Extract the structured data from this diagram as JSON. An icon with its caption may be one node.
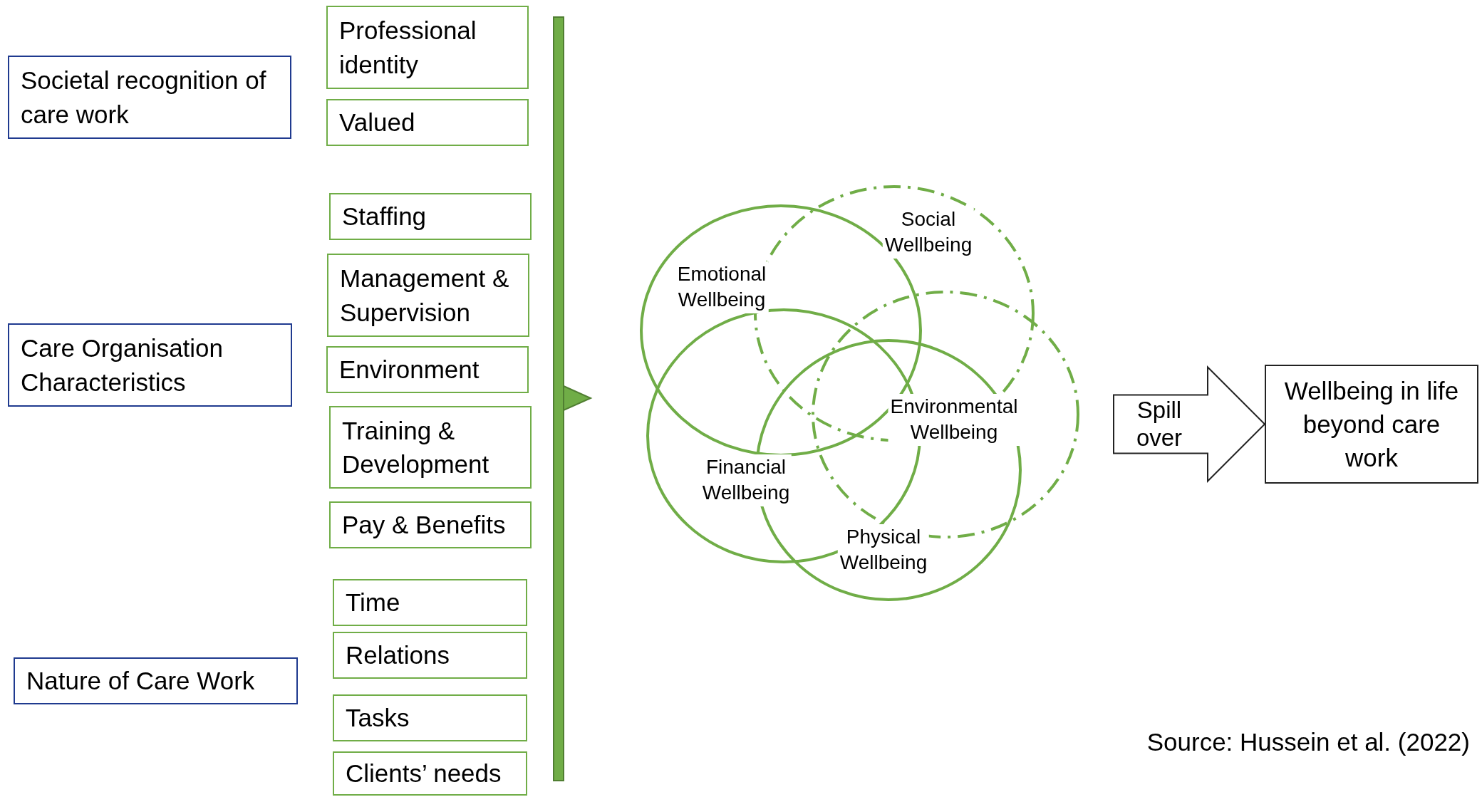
{
  "diagram": {
    "caption": "Source: Hussein et al. (2022)",
    "nodes": [
      {
        "text": [
          "Societal recognition of care work"
        ]
      },
      {
        "text": [
          "Professional identity"
        ]
      },
      {
        "text": [
          "Valued"
        ]
      },
      {
        "text": [
          "Care Organisation Characteristics"
        ]
      },
      {
        "text": [
          "Staffing"
        ]
      },
      {
        "text": [
          "Management & Supervision"
        ]
      },
      {
        "text": [
          "Environment"
        ]
      },
      {
        "text": [
          "Training & Development"
        ]
      },
      {
        "text": [
          "Pay & Benefits"
        ]
      },
      {
        "text": [
          "Nature of Care Work"
        ]
      },
      {
        "text": [
          "Time"
        ]
      },
      {
        "text": [
          "Relations"
        ]
      },
      {
        "text": [
          "Tasks"
        ]
      },
      {
        "text": [
          "Clients’ needs"
        ]
      },
      {
        "text": [
          "Emotional Wellbeing"
        ]
      },
      {
        "text": [
          "Social Wellbeing"
        ]
      },
      {
        "text": [
          "Environmental Wellbeing"
        ]
      },
      {
        "text": [
          "Financial Wellbeing"
        ]
      },
      {
        "text": [
          "Physical Wellbeing"
        ]
      },
      {
        "text": [
          "Wellbeing in life beyond care work"
        ]
      }
    ],
    "edges": [
      {
        "from": null,
        "to": 19,
        "arrow": "to",
        "label": "Spill over"
      }
    ]
  }
}
